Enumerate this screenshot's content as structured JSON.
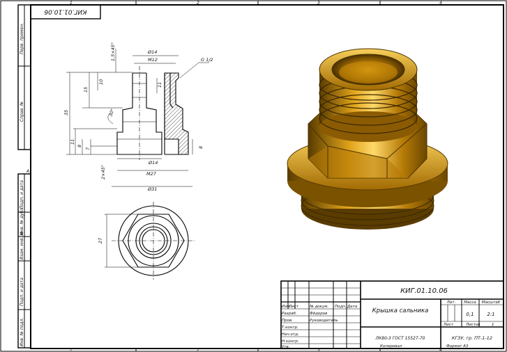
{
  "drawing": {
    "code": "КИГ.01.10.06",
    "code_rotated": "КИГ.01.10.06",
    "part_name": "Крышка сальника",
    "material": "ЛК80-3 ГОСТ 15527-70",
    "org": "КГЗУ, гр. ПТ-1-12",
    "mass": "0,1",
    "scale": "2:1",
    "sheet": "Лист",
    "sheets_label": "Листов",
    "sheets_count": "1",
    "copied": "Копировал",
    "format": "Формат А3"
  },
  "title_block": {
    "col_headers": [
      "Изм.",
      "Лист",
      "№ докум.",
      "Подп.",
      "Дата"
    ],
    "rows": [
      {
        "role": "Разраб.",
        "name": "Фёдоров"
      },
      {
        "role": "Пров.",
        "name": "Руководитель"
      },
      {
        "role": "Т.контр.",
        "name": ""
      },
      {
        "role": "Нач.отд.",
        "name": ""
      },
      {
        "role": "Н.контр.",
        "name": ""
      },
      {
        "role": "Утв.",
        "name": ""
      }
    ],
    "lit_header": "Лит.",
    "mass_header": "Масса",
    "scale_header": "Масштаб"
  },
  "side_stamp": {
    "top": [
      "Перв. примен.",
      "Справ. №"
    ],
    "bottom": [
      "Подп. и дата",
      "Инв. № дубл.",
      "Взам. инв. №",
      "Подп. и дата",
      "Инв. № подл."
    ]
  },
  "border_marks": {
    "top": [
      "1",
      "2",
      "3",
      "4"
    ],
    "bottom": [
      "1",
      "2",
      "3",
      "4"
    ],
    "left": [
      "А"
    ]
  },
  "dimensions": {
    "chamfer_top": "1,5×45°",
    "d14_top": "Ø14",
    "m12": "M12",
    "thread": "G 1/2",
    "h10": "10",
    "h15": "15",
    "h35": "35",
    "h11_left": "11",
    "h11_inner": "11",
    "h8_left": "8",
    "h7": "7",
    "h8_right": "8",
    "angle30": "30°",
    "chamfer_bottom": "2×45°",
    "d14_bottom": "Ø14",
    "m27": "M27",
    "d31": "Ø31",
    "h27": "27"
  },
  "colors": {
    "brass_dark": "#6b4a00",
    "brass_mid": "#c98a06",
    "brass_light": "#f5c84a",
    "hatch": "#222222"
  }
}
